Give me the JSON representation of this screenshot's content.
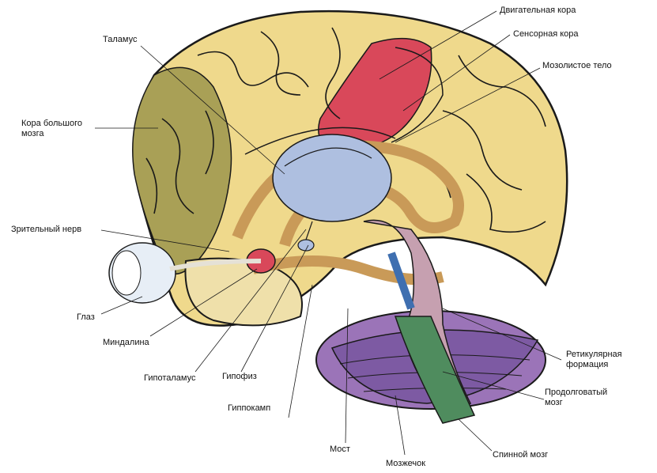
{
  "diagram": {
    "labels": {
      "motor_cortex": "Двигательная кора",
      "sensory_cortex": "Сенсорная кора",
      "thalamus": "Таламус",
      "corpus_callosum": "Мозолистое тело",
      "cerebral_cortex": "Кора большого мозга",
      "optic_nerve": "Зрительный нерв",
      "eye": "Глаз",
      "amygdala": "Миндалина",
      "hypothalamus": "Гипоталамус",
      "pituitary": "Гипофиз",
      "hippocampus": "Гиппокамп",
      "pons": "Мост",
      "cerebellum": "Мозжечок",
      "spinal_cord": "Спинной мозг",
      "medulla": "Продолговатый мозг",
      "reticular_formation": "Ретикулярная формация"
    },
    "colors": {
      "cortex_yellow": "#efd98c",
      "cortex_olive": "#a9a056",
      "motor_red": "#d9485a",
      "thalamus_blue": "#aebfe0",
      "cerebellum_purple": "#8a6fb4",
      "brainstem_green": "#4f8c5e",
      "hippocampus_tan": "#c99a58",
      "outline": "#1a1a1a"
    }
  }
}
